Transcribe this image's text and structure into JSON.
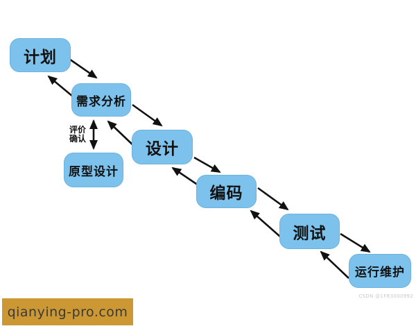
{
  "diagram": {
    "nodes": [
      {
        "id": "plan",
        "label": "计划"
      },
      {
        "id": "requirements",
        "label": "需求分析"
      },
      {
        "id": "design",
        "label": "设计"
      },
      {
        "id": "prototype",
        "label": "原型设计"
      },
      {
        "id": "coding",
        "label": "编码"
      },
      {
        "id": "testing",
        "label": "测试"
      },
      {
        "id": "maintenance",
        "label": "运行维护"
      }
    ],
    "edges": [
      {
        "from": "plan",
        "to": "requirements"
      },
      {
        "from": "requirements",
        "to": "plan"
      },
      {
        "from": "requirements",
        "to": "design"
      },
      {
        "from": "design",
        "to": "requirements"
      },
      {
        "from": "requirements",
        "to": "prototype",
        "bidirectional": true,
        "label": "评价确认"
      },
      {
        "from": "design",
        "to": "coding"
      },
      {
        "from": "coding",
        "to": "design"
      },
      {
        "from": "coding",
        "to": "testing"
      },
      {
        "from": "testing",
        "to": "coding"
      },
      {
        "from": "testing",
        "to": "maintenance"
      },
      {
        "from": "maintenance",
        "to": "testing"
      }
    ],
    "eval_label": {
      "line1": "评价",
      "line2": "确认"
    },
    "colors": {
      "node_fill": "#7CC2EC",
      "arrow": "#111111",
      "watermark_bg": "#CC9833",
      "background": "#ffffff"
    }
  },
  "watermark": {
    "site": "qianying-pro.com",
    "csdn": "CSDN @1FR3000992"
  }
}
